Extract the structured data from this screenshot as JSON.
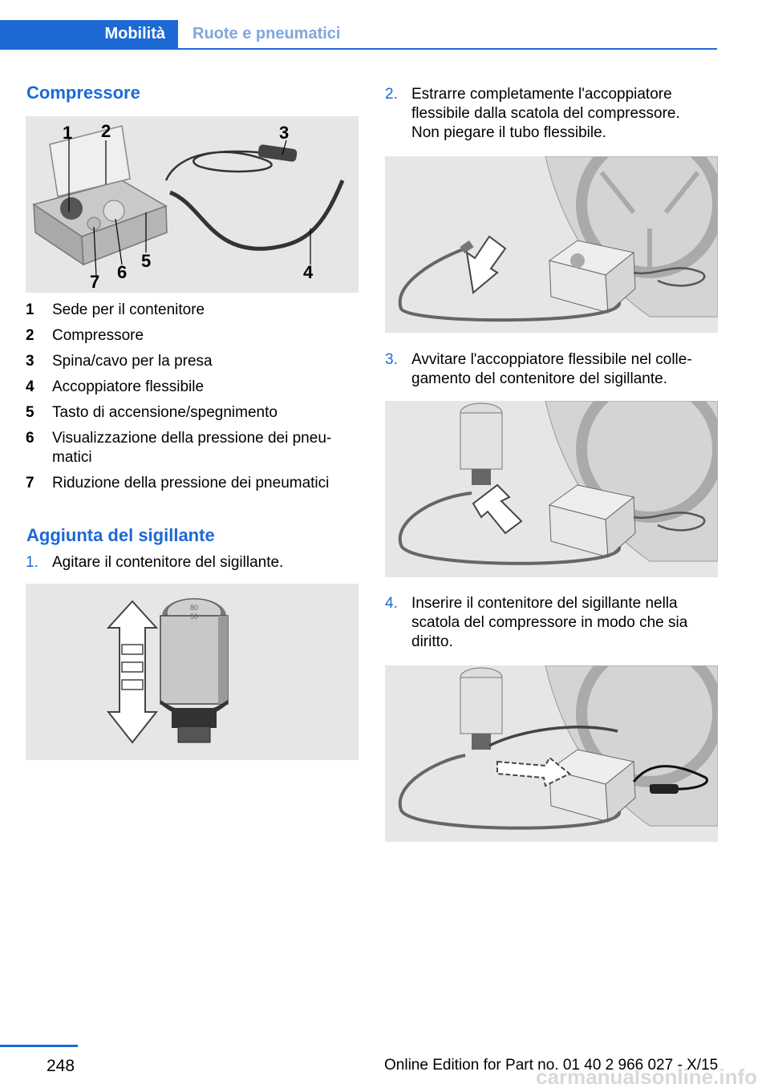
{
  "header": {
    "tab_active": "Mobilità",
    "tab_inactive": "Ruote e pneumatici"
  },
  "section1": {
    "title": "Compressore",
    "figure_labels": [
      "1",
      "2",
      "3",
      "4",
      "5",
      "6",
      "7"
    ],
    "legend": [
      {
        "num": "1",
        "text": "Sede per il contenitore"
      },
      {
        "num": "2",
        "text": "Compressore"
      },
      {
        "num": "3",
        "text": "Spina/cavo per la presa"
      },
      {
        "num": "4",
        "text": "Accoppiatore flessibile"
      },
      {
        "num": "5",
        "text": "Tasto di accensione/spegnimento"
      },
      {
        "num": "6",
        "text": "Visualizzazione della pressione dei pneu-\nmatici"
      },
      {
        "num": "7",
        "text": "Riduzione della pressione dei pneumatici"
      }
    ]
  },
  "section2": {
    "title": "Aggiunta del sigillante",
    "steps": [
      {
        "num": "1.",
        "text": "Agitare il contenitore del sigillante."
      },
      {
        "num": "2.",
        "text": "Estrarre completamente l'accoppiatore\nflessibile dalla scatola del compressore.\nNon piegare il tubo flessibile."
      },
      {
        "num": "3.",
        "text": "Avvitare l'accoppiatore flessibile nel colle-\ngamento del contenitore del sigillante."
      },
      {
        "num": "4.",
        "text": "Inserire il contenitore del sigillante nella\nscatola del compressore in modo che sia\ndiritto."
      }
    ],
    "bottle_label": "80\n50"
  },
  "footer": {
    "page_number": "248",
    "edition": "Online Edition for Part no. 01 40 2 966 027 - X/15",
    "watermark": "carmanualsonline.info"
  }
}
